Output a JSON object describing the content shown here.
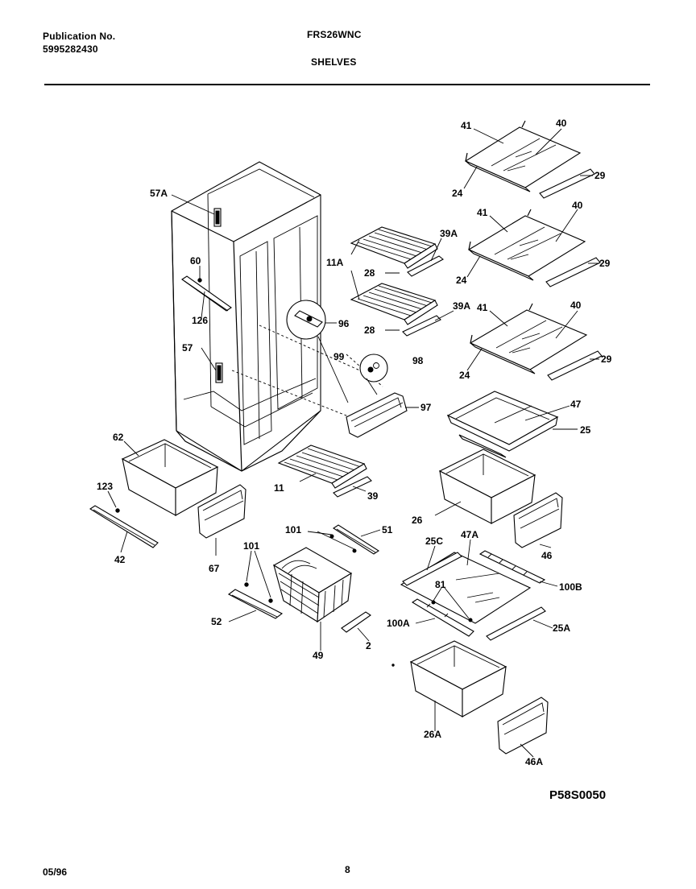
{
  "header": {
    "publication_label": "Publication No.",
    "publication_number": "5995282430",
    "model": "FRS26WNC",
    "section": "SHELVES"
  },
  "diagram": {
    "labels": {
      "l41a": "41",
      "l40a": "40",
      "l24a": "24",
      "l29a": "29",
      "l41b": "41",
      "l40b": "40",
      "l24b": "24",
      "l29b": "29",
      "l41c": "41",
      "l40c": "40",
      "l24c": "24",
      "l29c": "29",
      "l57A": "57A",
      "l60": "60",
      "l126": "126",
      "l57": "57",
      "l11A": "11A",
      "l28a": "28",
      "l39Aa": "39A",
      "l28b": "28",
      "l39Ab": "39A",
      "l96": "96",
      "l99": "99",
      "l98": "98",
      "l97": "97",
      "l47": "47",
      "l25": "25",
      "l62": "62",
      "l123": "123",
      "l42": "42",
      "l67": "67",
      "l11": "11",
      "l39": "39",
      "l26": "26",
      "l46": "46",
      "l101a": "101",
      "l51": "51",
      "l101b": "101",
      "l52": "52",
      "l49": "49",
      "l2": "2",
      "l25C": "25C",
      "l47A": "47A",
      "l81": "81",
      "l100B": "100B",
      "l100A": "100A",
      "l25A": "25A",
      "l26A": "26A",
      "l46A": "46A"
    },
    "code": "P58S0050"
  },
  "footer": {
    "date": "05/96",
    "page": "8"
  }
}
